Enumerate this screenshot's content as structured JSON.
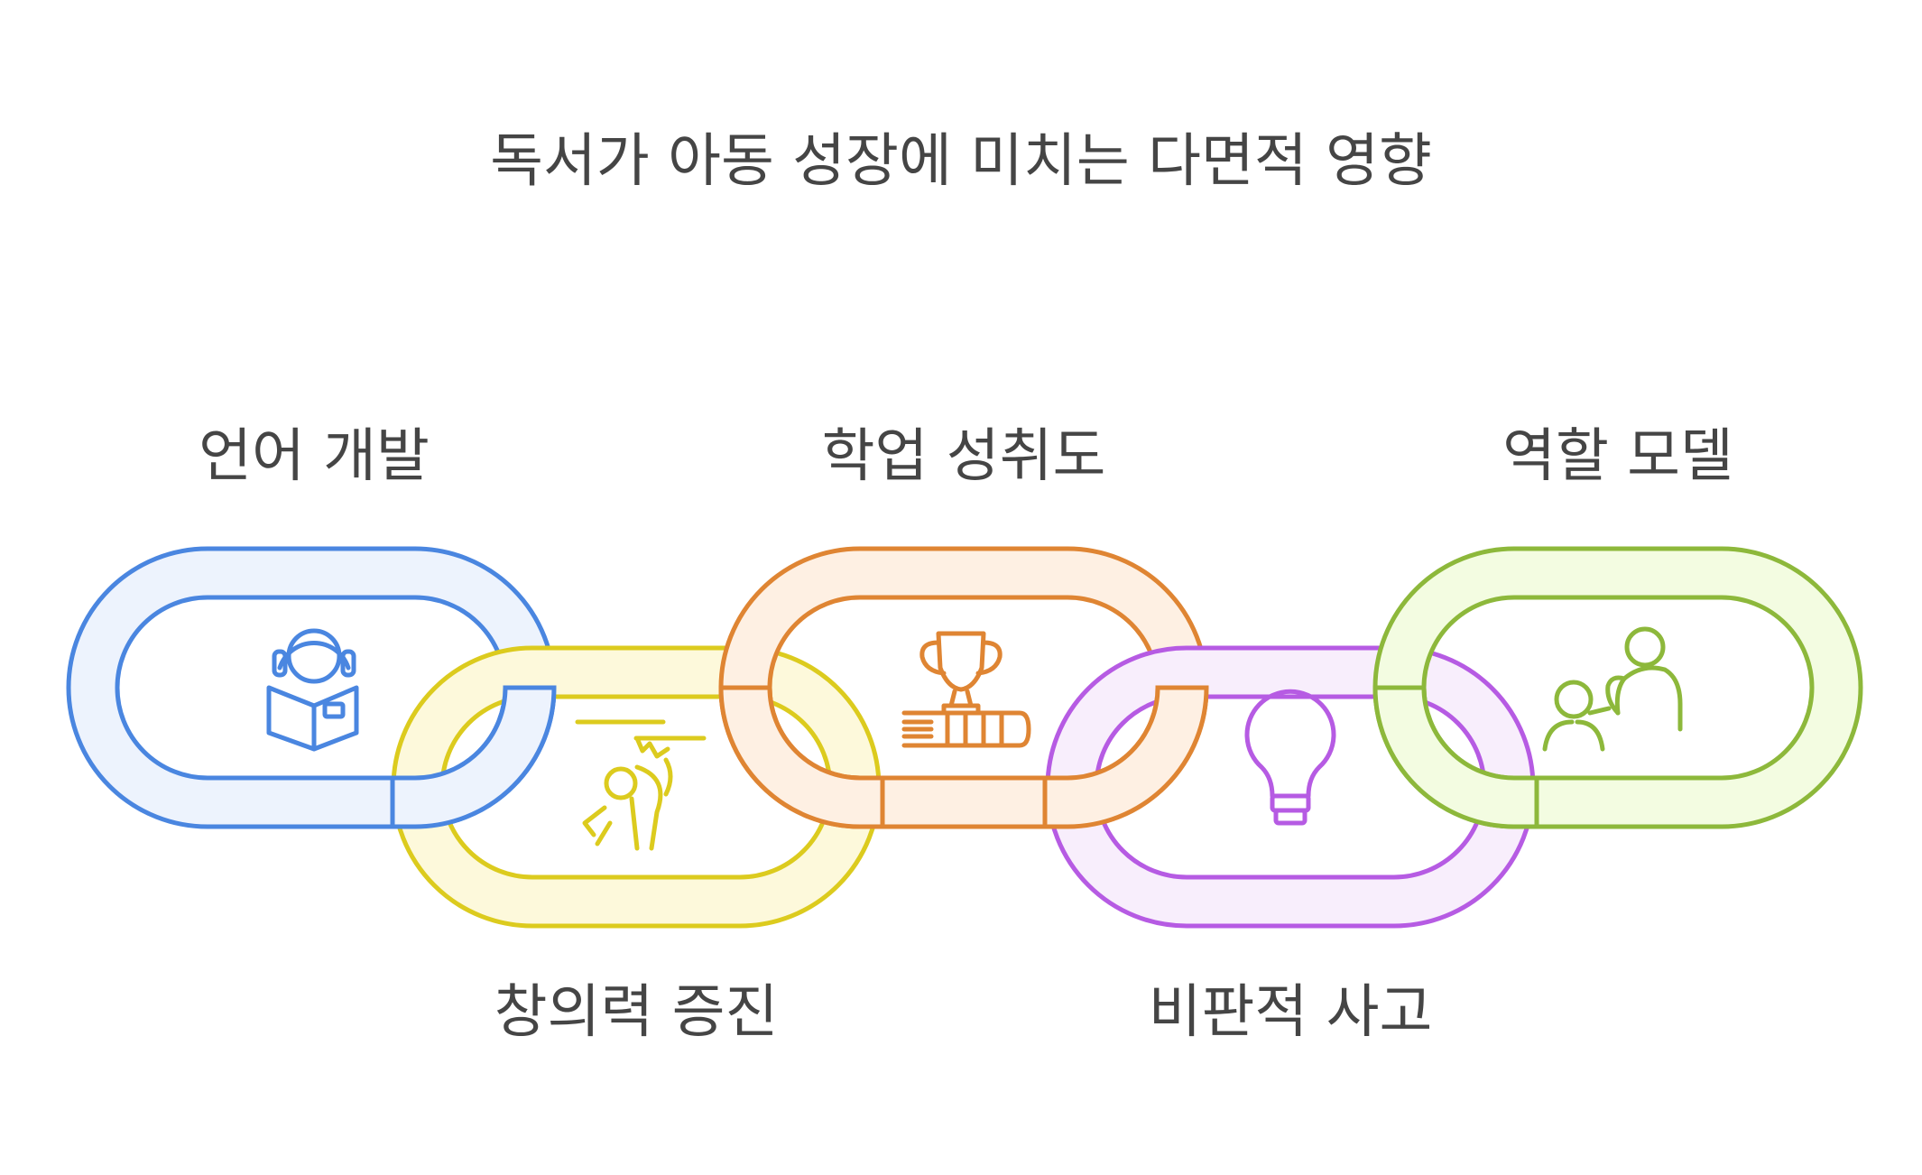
{
  "title": "독서가 아동 성장에 미치는 다면적 영향",
  "links": [
    {
      "label": "언어 개발",
      "icon": "reading-headphones-icon",
      "stroke": "#4A86E0",
      "fill": "#EDF3FD"
    },
    {
      "label": "창의력 증진",
      "icon": "creative-spark-person-icon",
      "stroke": "#DCCB1E",
      "fill": "#FDF9DB"
    },
    {
      "label": "학업 성취도",
      "icon": "trophy-books-icon",
      "stroke": "#DF8533",
      "fill": "#FEF0E3"
    },
    {
      "label": "비판적 사고",
      "icon": "lightbulb-icon",
      "stroke": "#B65BE3",
      "fill": "#F8EEFC"
    },
    {
      "label": "역할 모델",
      "icon": "mentor-child-icon",
      "stroke": "#8DB83B",
      "fill": "#F3FCE1"
    }
  ]
}
